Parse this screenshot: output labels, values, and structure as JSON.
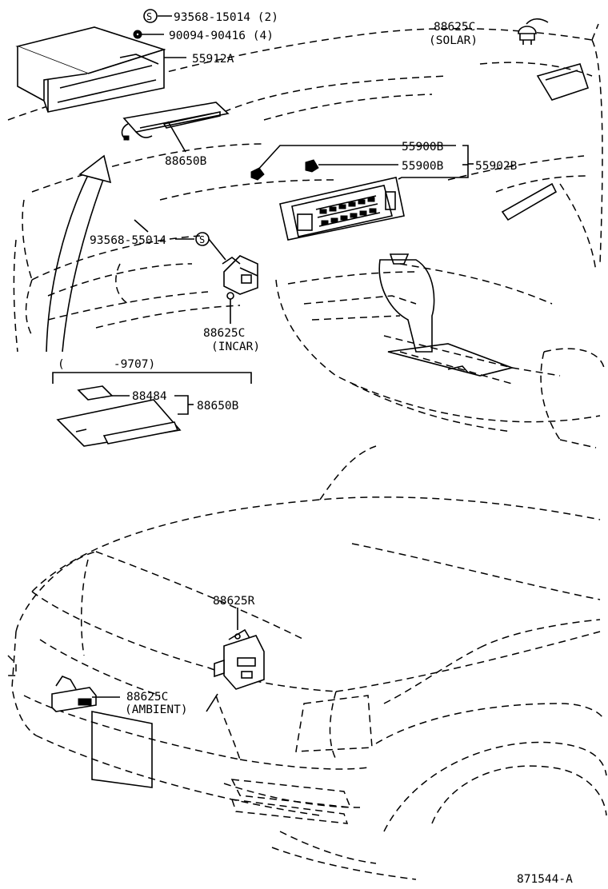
{
  "diagram_number": "871544-A",
  "labels": {
    "p93568_15014": "93568-15014 (2)",
    "s_mark_1": "S",
    "p90094_90416": "90094-90416 (4)",
    "p55912A": "55912A",
    "p88625C_top": "88625C",
    "solar": "(SOLAR)",
    "p88650B_top": "88650B",
    "p55900B_1": "55900B",
    "p55900B_2": "55900B",
    "p55902B": "55902B",
    "p93568_55014": "93568-55014",
    "s_mark_2": "S",
    "p88625C_mid": "88625C",
    "incar": "(INCAR)",
    "range": "(       -9707)",
    "p88484": "88484",
    "p88650B_inset": "88650B",
    "p88625R": "88625R",
    "p88625C_bottom": "88625C",
    "ambient": "(AMBIENT)"
  }
}
